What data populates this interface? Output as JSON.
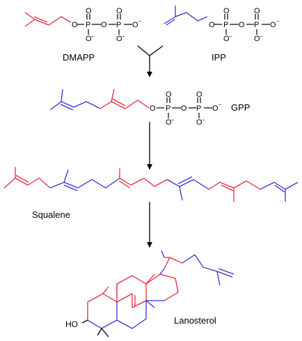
{
  "colors": {
    "dmapp_unit": "#e8283c",
    "ipp_unit": "#3232d8",
    "bond": "#000000",
    "background": "#ffffff"
  },
  "atoms": {
    "oxygen": "O",
    "phosphorus": "P",
    "charge": "−",
    "hydroxyl": "HO"
  },
  "compounds": {
    "dmapp": {
      "name": "DMAPP"
    },
    "ipp": {
      "name": "IPP"
    },
    "gpp": {
      "name": "GPP"
    },
    "squalene": {
      "name": "Squalene"
    },
    "lanosterol": {
      "name": "Lanosterol"
    }
  },
  "arrows": [
    "merge-arrow",
    "arrow-gpp-to-squalene",
    "arrow-squalene-to-lanosterol"
  ]
}
